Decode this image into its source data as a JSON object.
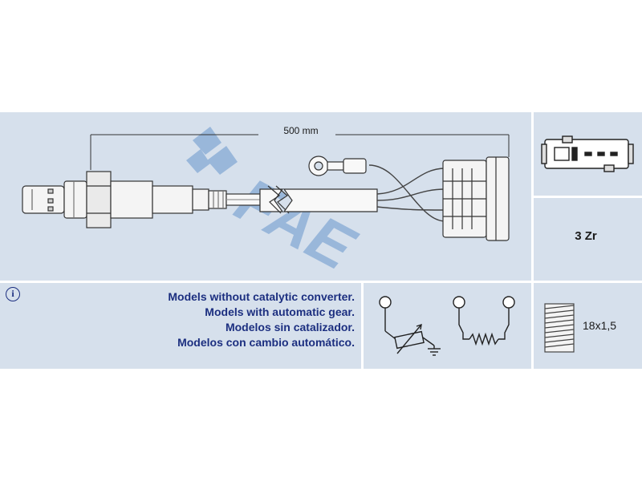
{
  "dimension": {
    "length_label": "500 mm"
  },
  "brand": {
    "logo_text": "FAE",
    "logo_color": "#2b6cc4"
  },
  "specs": {
    "connector_icon": "four-pin-connector-icon",
    "wires_label": "3 Zr",
    "thread_icon": "thread-icon",
    "thread_label": "18x1,5"
  },
  "description": {
    "info_icon": "info-icon",
    "lines": [
      "Models without catalytic converter.",
      "Models with automatic gear.",
      "Modelos sin catalizador.",
      "Modelos con cambio automático."
    ]
  },
  "schematic": {
    "variable_resistor_icon": "variable-resistor-ground-icon",
    "heater_resistor_icon": "heater-resistor-icon"
  },
  "colors": {
    "panel": "#d6e0ec",
    "text_blue": "#1c2f80"
  }
}
